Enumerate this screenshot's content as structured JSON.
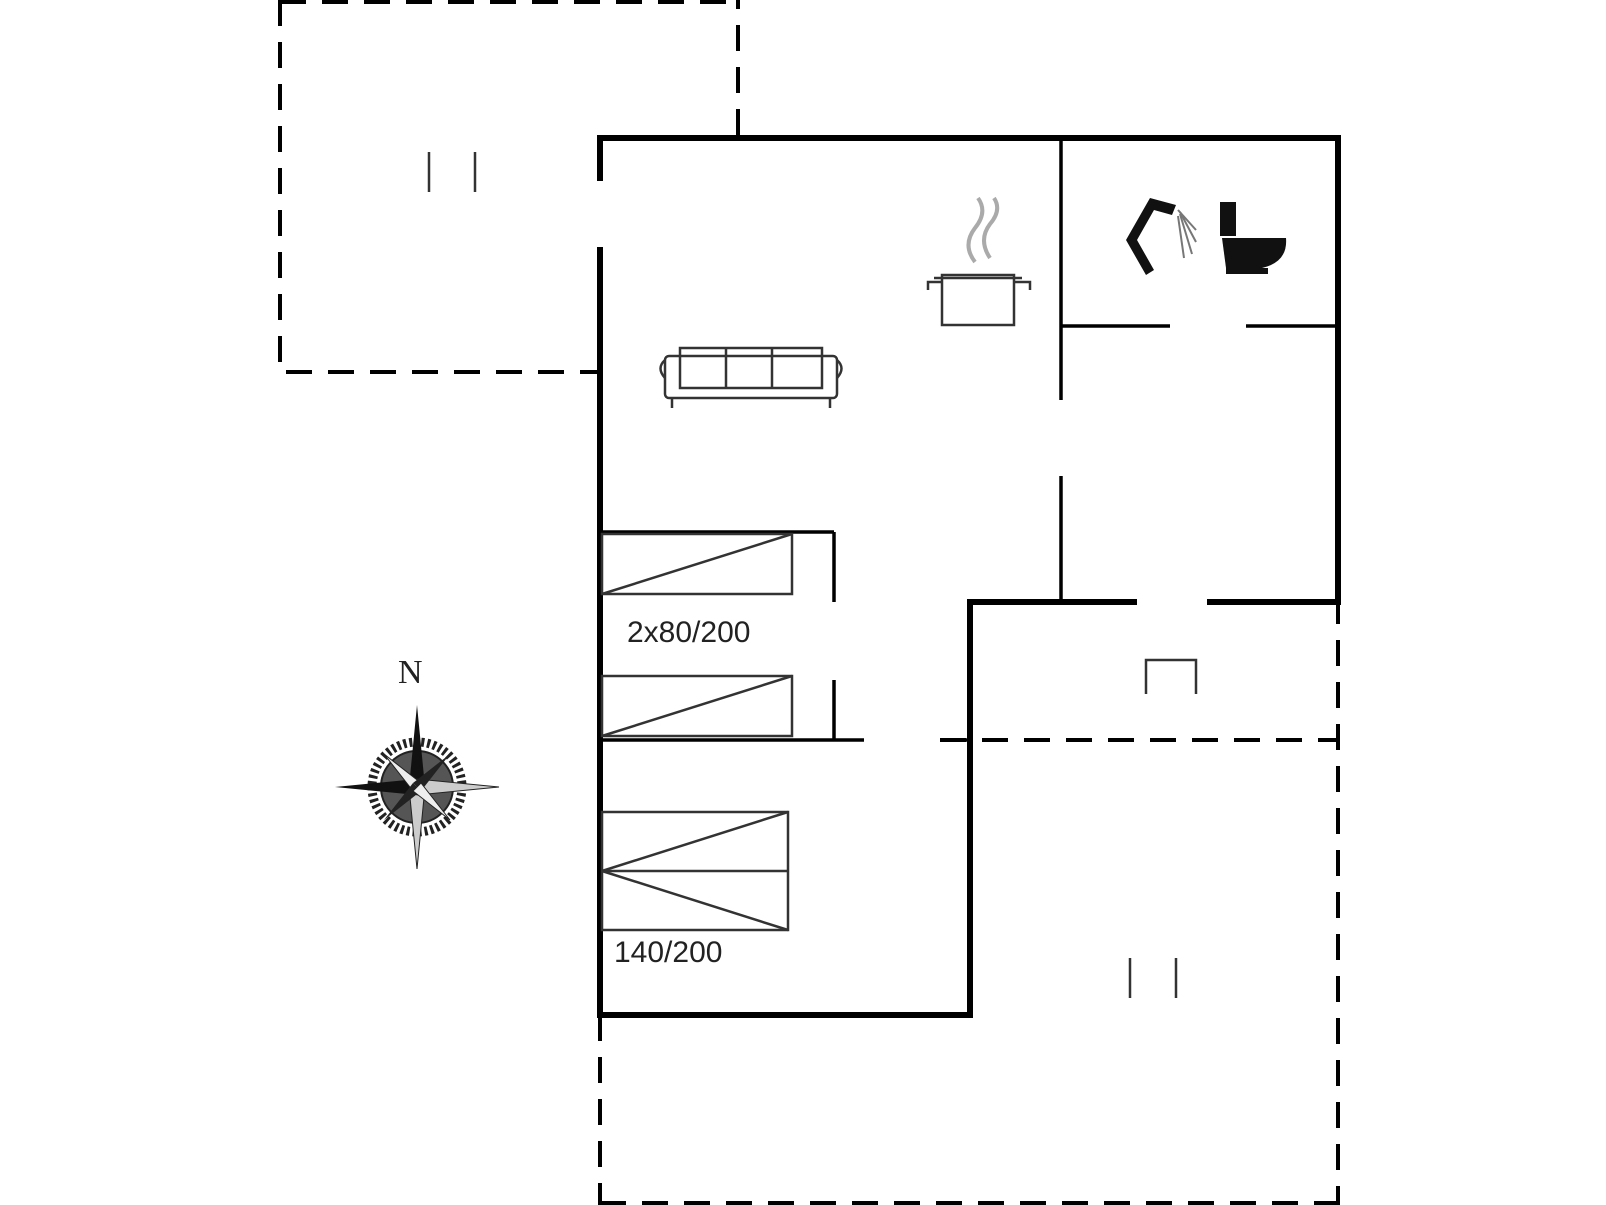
{
  "bed_labels": {
    "twin_beds": "2x80/200",
    "double_bed": "140/200"
  },
  "compass": {
    "north_label": "N",
    "icon": "compass-rose-icon"
  },
  "icons": {
    "sofa": "sofa-icon",
    "kitchen": "cooking-pot-icon",
    "shower": "shower-icon",
    "toilet": "toilet-icon"
  },
  "colors": {
    "walls": "#000000",
    "furniture": "#333333",
    "steam": "#aaaaaa",
    "background": "#ffffff"
  }
}
